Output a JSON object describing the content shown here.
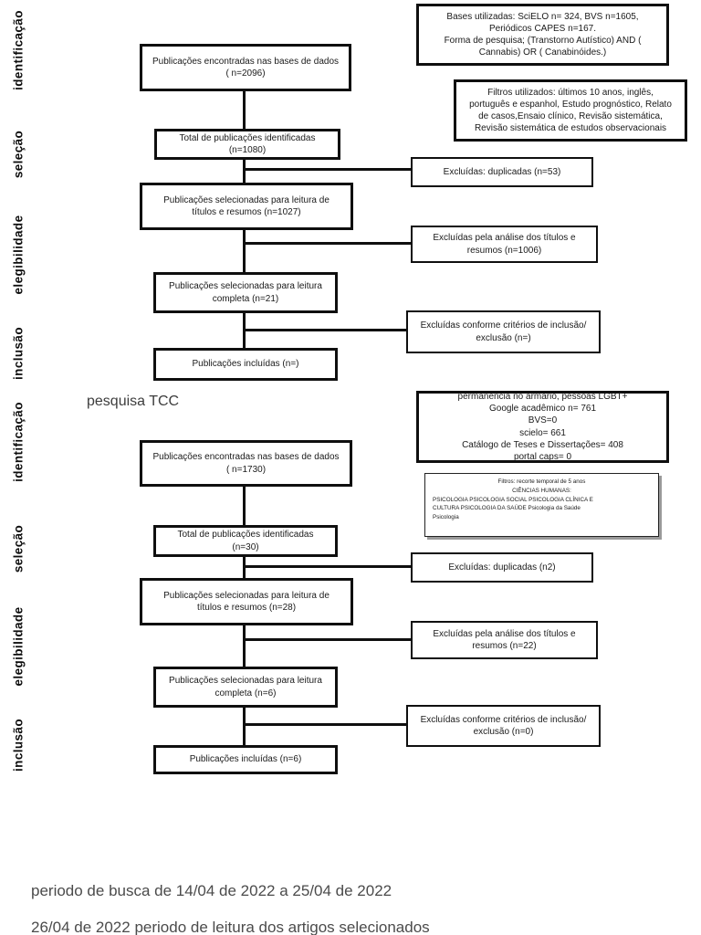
{
  "stages": [
    "identificação",
    "seleção",
    "elegibilidade",
    "inclusão"
  ],
  "diagram1": {
    "main_found": {
      "line1": "Publicações encontradas nas bases de dados",
      "line2": "( n=2096)"
    },
    "main_total": {
      "line1": "Total de publicações identificadas",
      "line2": "(n=1080)"
    },
    "main_titles": {
      "line1": "Publicações selecionadas para leitura de",
      "line2": "títulos e resumos (n=1027)"
    },
    "main_complete": {
      "line1": "Publicações selecionadas para leitura",
      "line2": "completa (n=21)"
    },
    "main_included": {
      "line1": "Publicações incluídas (n=)"
    },
    "excl_duplicates": {
      "line1": "Excluídas: duplicadas (n=53)"
    },
    "excl_titles": {
      "line1": "Excluídas pela análise dos títulos e",
      "line2": "resumos (n=1006)"
    },
    "excl_criteria": {
      "line1": "Excluídas conforme critérios de inclusão/",
      "line2": "exclusão (n=)"
    },
    "info_bases": {
      "lines": [
        "Bases utilizadas: SciELO n= 324, BVS n=1605,",
        "Periódicos CAPES n=167.",
        "Forma de pesquisa; (Transtorno Autístico) AND (",
        "Cannabis) OR ( Canabinóides.)"
      ]
    },
    "info_filters": {
      "lines": [
        "Filtros utilizados: últimos 10 anos, inglês,",
        "português e espanhol, Estudo prognóstico, Relato",
        "de casos,Ensaio clínico, Revisão sistemática,",
        "Revisão sistemática de estudos observacionais"
      ]
    }
  },
  "diagram2": {
    "title": "pesquisa TCC",
    "main_found": {
      "line1": "Publicações encontradas nas bases de dados",
      "line2": "( n=1730)"
    },
    "main_total": {
      "line1": "Total de publicações identificadas",
      "line2": "(n=30)"
    },
    "main_titles": {
      "line1": "Publicações selecionadas para leitura de",
      "line2": "títulos e resumos (n=28)"
    },
    "main_complete": {
      "line1": "Publicações selecionadas para leitura",
      "line2": "completa (n=6)"
    },
    "main_included": {
      "line1": "Publicações incluídas (n=6)"
    },
    "excl_duplicates": {
      "line1": "Excluídas: duplicadas (n2)"
    },
    "excl_titles": {
      "line1": "Excluídas pela análise dos títulos e",
      "line2": "resumos (n=22)"
    },
    "excl_criteria": {
      "line1": "Excluídas conforme critérios de inclusão/",
      "line2": "exclusão (n=0)"
    },
    "info_sources": {
      "lines": [
        "permanencia no armario, pessoas LGBT+",
        "Google acadêmico n= 761",
        "BVS=0",
        "scielo= 661",
        "Catálogo de Teses e Dissertações= 408",
        "portal caps= 0"
      ]
    },
    "info_filters": {
      "lines": [
        "Filtros: recorte temporal de 5 anos",
        "CIÊNCIAS HUMANAS:",
        "PSICOLOGIA PSICOLOGIA SOCIAL  PSICOLOGIA CLÍNICA E",
        "CULTURA PSICOLOGIA DA SAÚDE Psicologia da Saúde",
        "Psicologia"
      ]
    }
  },
  "footer": {
    "line1": "periodo de busca de 14/04 de  2022 a 25/04 de 2022",
    "line2": "26/04 de 2022 periodo de leitura dos artigos selecionados"
  },
  "colors": {
    "line": "#0f0f0f",
    "box_border": "#0f0f0f",
    "footer_text": "#4b4b4b"
  }
}
